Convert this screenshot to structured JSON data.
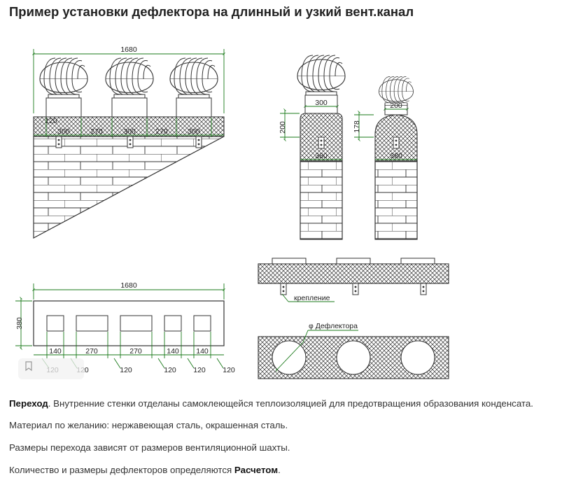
{
  "page": {
    "title": "Пример установки дефлектора на длинный и узкий вент.канал"
  },
  "drawings": {
    "front_view": {
      "width_label": "1680",
      "dims": [
        "120",
        "300",
        "270",
        "300",
        "270",
        "300"
      ]
    },
    "side_views": {
      "left": {
        "pipe_label": "300",
        "height_label": "200",
        "width_label": "380"
      },
      "right": {
        "pipe_label": "200",
        "height_label": "178",
        "width_label": "380"
      }
    },
    "top_plan": {
      "width_label": "1680",
      "height_label": "380",
      "bottom_dims": [
        "140",
        "270",
        "270",
        "140",
        "140"
      ],
      "offset_dims": [
        "120",
        "120",
        "120",
        "120",
        "120",
        "120"
      ]
    },
    "mount_view": {
      "label": "крепление"
    },
    "section_view": {
      "label": "φ Дефлектора"
    }
  },
  "text": {
    "p1_bold": "Переход",
    "p1_rest": ". Внутренние стенки отделаны самоклеющейся теплоизоляцией для предотвращения образования конденсата.",
    "p2": "Материал по желанию: нержавеющая сталь, окрашенная сталь.",
    "p3": "Размеры перехода зависят от размеров вентиляционной шахты.",
    "p4_rest": "Количество и размеры дефлекторов определяются ",
    "p4_bold": "Расчетом",
    "p4_end": "."
  }
}
